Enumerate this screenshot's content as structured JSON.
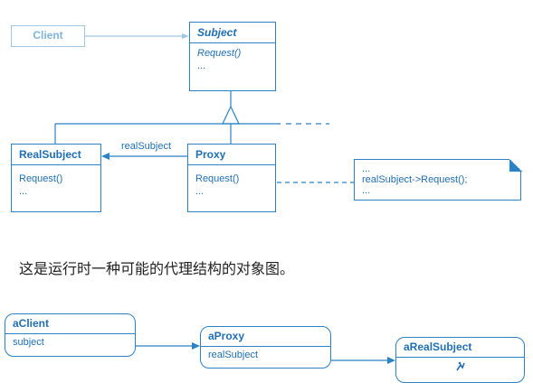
{
  "class_diagram": {
    "client": {
      "name": "Client"
    },
    "subject": {
      "name": "Subject",
      "ops": [
        "Request()",
        "..."
      ]
    },
    "real_subject": {
      "name": "RealSubject",
      "ops": [
        "Request()",
        "..."
      ]
    },
    "proxy": {
      "name": "Proxy",
      "ops": [
        "Request()",
        "..."
      ]
    },
    "association_label": "realSubject",
    "note": [
      "...",
      "realSubject->Request();",
      "..."
    ]
  },
  "caption": "这是运行时一种可能的代理结构的对象图。",
  "object_diagram": {
    "a_client": {
      "name": "aClient",
      "field": "subject"
    },
    "a_proxy": {
      "name": "aProxy",
      "field": "realSubject"
    },
    "a_real_subject": {
      "name": "aRealSubject"
    }
  },
  "colors": {
    "line": "#2b82c4",
    "text": "#1f6fb2",
    "light": "#9cc7e6"
  }
}
